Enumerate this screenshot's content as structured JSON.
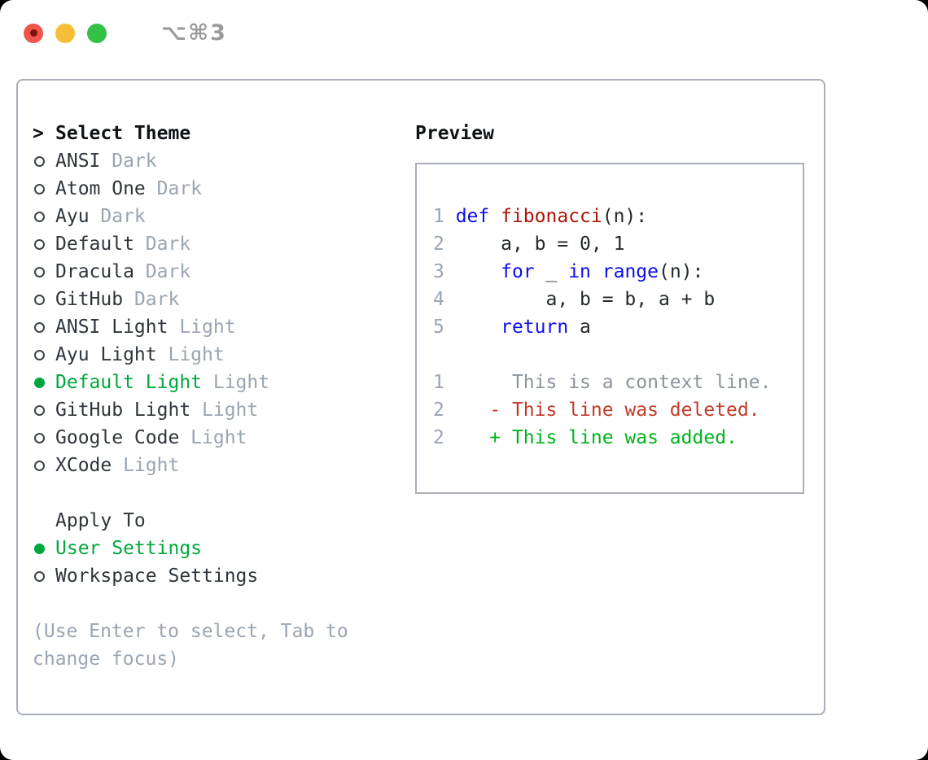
{
  "window": {
    "shortcut": "⌥⌘3",
    "titlebar_buttons": [
      {
        "name": "close",
        "color": "#f0544a",
        "has_dot": true
      },
      {
        "name": "minimize",
        "color": "#f6bd36",
        "has_dot": false
      },
      {
        "name": "zoom",
        "color": "#33c047",
        "has_dot": false
      }
    ]
  },
  "colors": {
    "panel_border": "#a9b0ba",
    "selection_green": "#00a73c",
    "secondary_gray": "#9aa5b2",
    "keyword_blue": "#0d0dea",
    "function_red": "#b01205",
    "diff_deleted_red": "#c43a28",
    "diff_added_green": "#00b41e"
  },
  "theme_picker": {
    "prompt": ">",
    "title": "Select Theme",
    "items": [
      {
        "name": "ANSI",
        "variant": "Dark",
        "selected": false
      },
      {
        "name": "Atom One",
        "variant": "Dark",
        "selected": false
      },
      {
        "name": "Ayu",
        "variant": "Dark",
        "selected": false
      },
      {
        "name": "Default",
        "variant": "Dark",
        "selected": false
      },
      {
        "name": "Dracula",
        "variant": "Dark",
        "selected": false
      },
      {
        "name": "GitHub",
        "variant": "Dark",
        "selected": false
      },
      {
        "name": "ANSI Light",
        "variant": "Light",
        "selected": false
      },
      {
        "name": "Ayu Light",
        "variant": "Light",
        "selected": false
      },
      {
        "name": "Default Light",
        "variant": "Light",
        "selected": true
      },
      {
        "name": "GitHub Light",
        "variant": "Light",
        "selected": false
      },
      {
        "name": "Google Code",
        "variant": "Light",
        "selected": false
      },
      {
        "name": "XCode",
        "variant": "Light",
        "selected": false
      }
    ]
  },
  "apply_to": {
    "title": "Apply To",
    "options": [
      {
        "label": "User Settings",
        "selected": true
      },
      {
        "label": "Workspace Settings",
        "selected": false
      }
    ]
  },
  "hint": "(Use Enter to select, Tab to change focus)",
  "preview": {
    "title": "Preview",
    "lines": [
      {
        "segments": [
          {
            "text": "1 ",
            "type": "line-number"
          },
          {
            "text": "def",
            "type": "keyword"
          },
          {
            "text": " ",
            "type": "code"
          },
          {
            "text": "fibonacci",
            "type": "function"
          },
          {
            "text": "(n):",
            "type": "code"
          }
        ]
      },
      {
        "segments": [
          {
            "text": "2 ",
            "type": "line-number"
          },
          {
            "text": "    a, b = 0, 1",
            "type": "code"
          }
        ]
      },
      {
        "segments": [
          {
            "text": "3 ",
            "type": "line-number"
          },
          {
            "text": "    ",
            "type": "code"
          },
          {
            "text": "for",
            "type": "keyword"
          },
          {
            "text": " _ ",
            "type": "code"
          },
          {
            "text": "in",
            "type": "keyword"
          },
          {
            "text": " ",
            "type": "code"
          },
          {
            "text": "range",
            "type": "keyword"
          },
          {
            "text": "(n):",
            "type": "code"
          }
        ]
      },
      {
        "segments": [
          {
            "text": "4 ",
            "type": "line-number"
          },
          {
            "text": "        a, b = b, a + b",
            "type": "code"
          }
        ]
      },
      {
        "segments": [
          {
            "text": "5 ",
            "type": "line-number"
          },
          {
            "text": "    ",
            "type": "code"
          },
          {
            "text": "return",
            "type": "keyword"
          },
          {
            "text": " a",
            "type": "code"
          }
        ]
      },
      {
        "segments": []
      },
      {
        "segments": [
          {
            "text": "1 ",
            "type": "line-number"
          },
          {
            "text": "     This is a context line.",
            "type": "context"
          }
        ]
      },
      {
        "segments": [
          {
            "text": "2 ",
            "type": "line-number"
          },
          {
            "text": "   - This line was deleted.",
            "type": "deleted"
          }
        ]
      },
      {
        "segments": [
          {
            "text": "2 ",
            "type": "line-number"
          },
          {
            "text": "   + This line was added.",
            "type": "added"
          }
        ]
      }
    ]
  }
}
